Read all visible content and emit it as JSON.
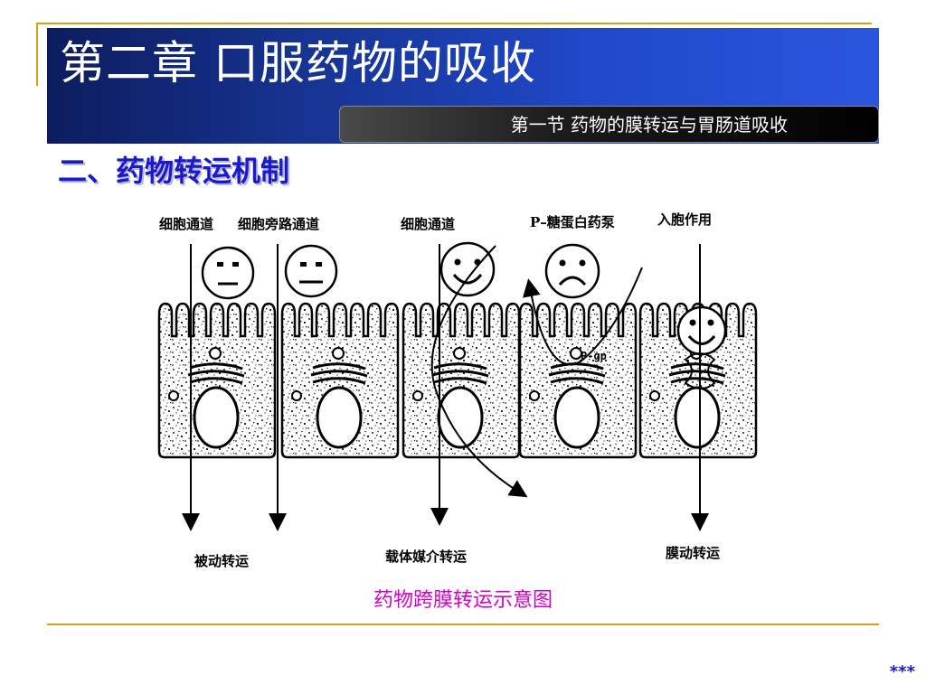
{
  "chapter_title": "第二章  口服药物的吸收",
  "section_title": "第一节  药物的膜转运与胃肠道吸收",
  "sub_heading": "二、药物转运机制",
  "diagram": {
    "top_labels": [
      "细胞通道",
      "细胞旁路通道",
      "细胞通道",
      "P–糖蛋白药泵",
      "入胞作用"
    ],
    "bottom_labels": [
      "被动转运",
      "载体媒介转运",
      "膜动转运"
    ],
    "inner_label": "P-gp",
    "faces": [
      "neutral-face-icon",
      "neutral-face-icon",
      "happy-face-icon",
      "sad-face-icon",
      "happy-face-icon"
    ]
  },
  "caption": "药物跨膜转运示意图",
  "footer_mark": "***",
  "colors": {
    "title_band": "#2048c8",
    "sub_heading": "#1a1acc",
    "caption": "#d300c8",
    "rule": "#d4a017"
  }
}
